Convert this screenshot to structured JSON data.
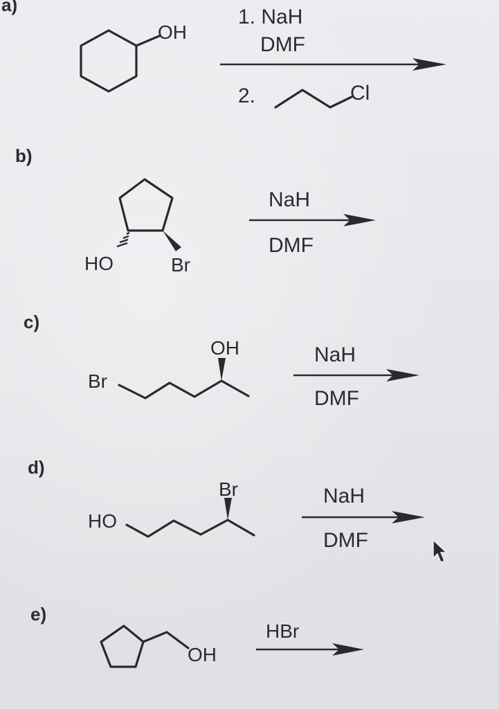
{
  "problems": [
    {
      "label": "a)",
      "reactant": {
        "groups": [
          "OH"
        ]
      },
      "reagent_top_1": "1. NaH",
      "reagent_top_2": "DMF",
      "reagent_bottom_prefix": "2.",
      "reagent_bottom_group": "Cl"
    },
    {
      "label": "b)",
      "reactant": {
        "groups": [
          "HO",
          "Br"
        ]
      },
      "reagent_top": "NaH",
      "reagent_bottom": "DMF"
    },
    {
      "label": "c)",
      "reactant": {
        "groups": [
          "Br",
          "OH"
        ]
      },
      "reagent_top": "NaH",
      "reagent_bottom": "DMF"
    },
    {
      "label": "d)",
      "reactant": {
        "groups": [
          "HO",
          "Br"
        ]
      },
      "reagent_top": "NaH",
      "reagent_bottom": "DMF"
    },
    {
      "label": "e)",
      "reactant": {
        "groups": [
          "OH"
        ]
      },
      "reagent_top": "HBr"
    }
  ]
}
